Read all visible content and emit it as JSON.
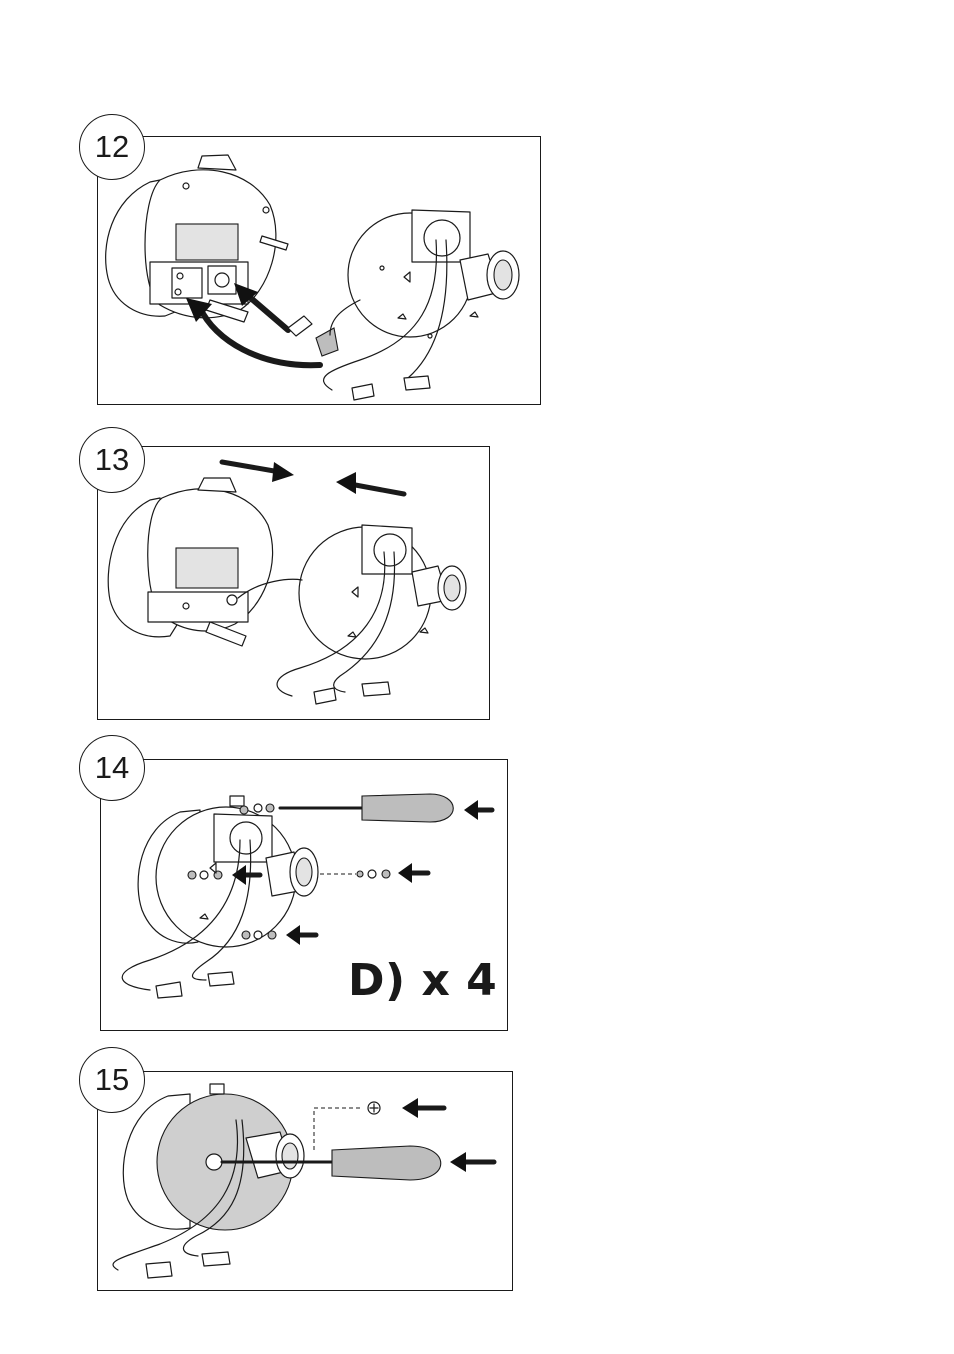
{
  "steps": [
    {
      "number": "12"
    },
    {
      "number": "13"
    },
    {
      "number": "14",
      "quantity_label": "D) x 4"
    },
    {
      "number": "15"
    }
  ],
  "icons": [
    "rj45-connector-icon",
    "dc-power-plug-icon",
    "phillips-screwdriver-icon",
    "screw-icon",
    "arrow-icon"
  ]
}
